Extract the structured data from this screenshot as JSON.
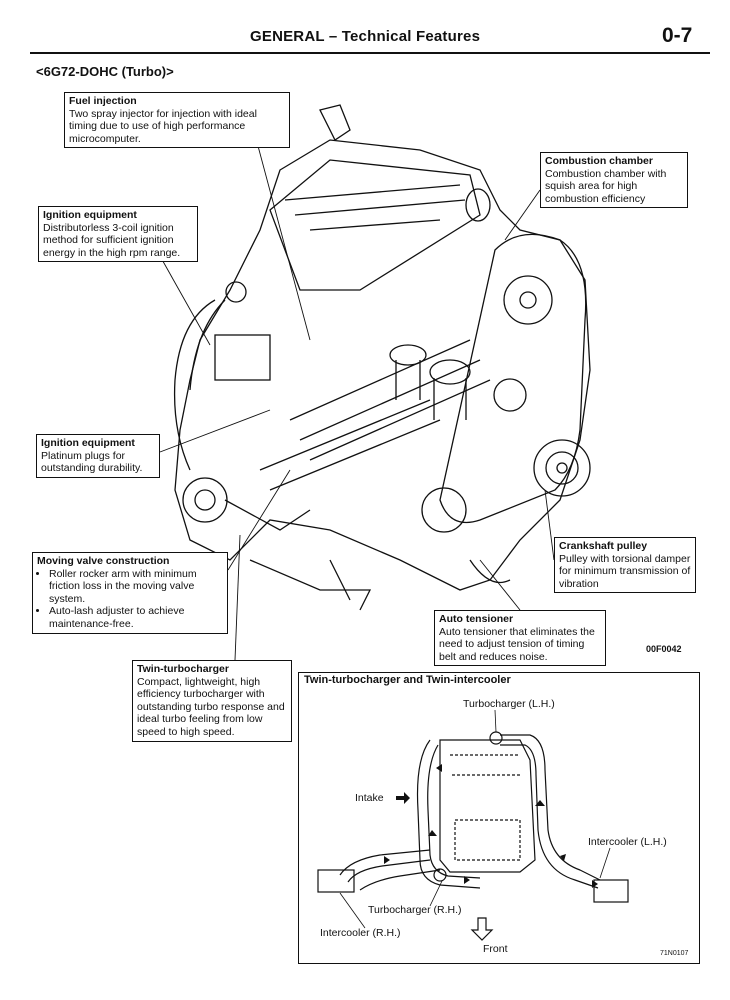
{
  "header": {
    "title": "GENERAL – Technical Features",
    "page": "0-7"
  },
  "section_title": "<6G72-DOHC (Turbo)>",
  "callouts": {
    "fuel_injection": {
      "title": "Fuel injection",
      "body": "Two spray injector for injection with ideal timing due to use of high performance microcomputer."
    },
    "combustion_chamber": {
      "title": "Combustion chamber",
      "body": "Combustion chamber with squish area for high combustion efficiency"
    },
    "ignition_equipment_1": {
      "title": "Ignition equipment",
      "body": "Distributorless 3-coil ignition method for sufficient ignition energy in the high rpm range."
    },
    "ignition_equipment_2": {
      "title": "Ignition equipment",
      "body": "Platinum plugs for outstanding durability."
    },
    "moving_valve": {
      "title": "Moving valve construction",
      "bullets": [
        "Roller rocker arm with minimum friction loss in the moving valve system.",
        "Auto-lash adjuster to achieve maintenance-free."
      ]
    },
    "crankshaft_pulley": {
      "title": "Crankshaft pulley",
      "body": "Pulley with torsional damper for minimum transmission of vibration"
    },
    "auto_tensioner": {
      "title": "Auto tensioner",
      "body": "Auto tensioner that eliminates the need to adjust tension of timing belt and reduces noise."
    },
    "twin_turbo": {
      "title": "Twin-turbocharger",
      "body": "Compact, lightweight, high efficiency turbocharger with outstanding turbo response and ideal turbo feeling from low speed to high speed."
    }
  },
  "figure_code_engine": "00F0042",
  "inset": {
    "title": "Twin-turbocharger and Twin-intercooler",
    "labels": {
      "turbo_lh": "Turbocharger (L.H.)",
      "intake": "Intake",
      "intercooler_lh": "Intercooler (L.H.)",
      "turbo_rh": "Turbocharger (R.H.)",
      "intercooler_rh": "Intercooler (R.H.)",
      "front": "Front"
    },
    "figure_code": "71N0107"
  }
}
